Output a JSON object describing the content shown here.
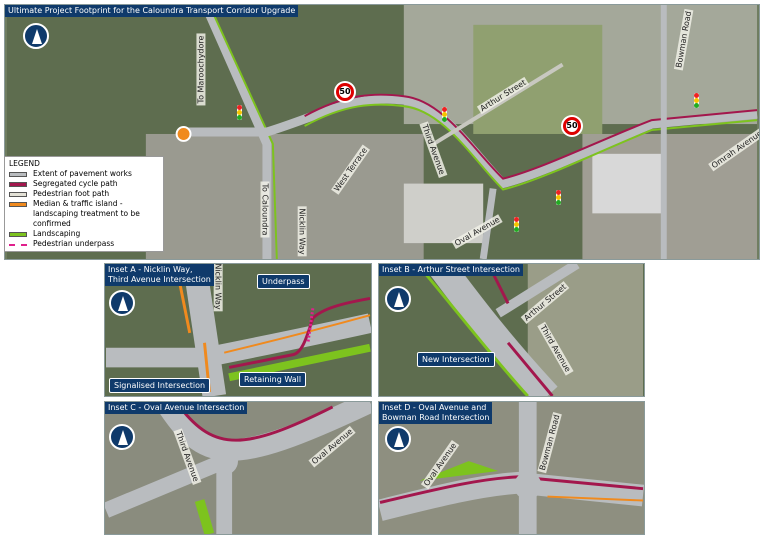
{
  "title": "Ultimate Project Footprint for the Caloundra Transport Corridor Upgrade",
  "colors": {
    "pavement": "#b9bcbf",
    "cycle": "#a3174d",
    "footpath": "#e3e1d6",
    "median": "#f08a1e",
    "landscaping": "#7dc31e",
    "underpass": "#e0208c",
    "accent": "#0f3a6b",
    "aerial": "#6f7d60"
  },
  "legend": {
    "heading": "LEGEND",
    "items": [
      {
        "label": "Extent of pavement works",
        "swatch": "#b9bcbf"
      },
      {
        "label": "Segregated cycle path",
        "swatch": "#a3174d"
      },
      {
        "label": "Pedestrian foot path",
        "swatch": "#e3e1d6"
      },
      {
        "label": "Median & traffic island - landscaping treatment to be confirmed",
        "swatch": "#f08a1e"
      },
      {
        "label": "Landscaping",
        "swatch": "#7dc31e"
      },
      {
        "label": "Pedestrian underpass",
        "swatch": "dashed-pink"
      }
    ]
  },
  "main_labels": {
    "to_maroochydore": "To Maroochydore",
    "to_caloundra": "To Caloundra",
    "nicklin_way": "Nicklin Way",
    "west_terrace": "West Terrace",
    "third_avenue": "Third Avenue",
    "arthur_street": "Arthur Street",
    "oval_avenue": "Oval Avenue",
    "bowman_road": "Bowman Road",
    "omrah_avenue": "Omrah Avenue",
    "speed_limit_1": "50",
    "speed_limit_2": "50"
  },
  "insets": {
    "a": {
      "title_line1": "Inset A - Nicklin Way,",
      "title_line2": "Third Avenue Intersection",
      "road": "Nicklin Way",
      "callouts": {
        "underpass": "Underpass",
        "retaining_wall": "Retaining Wall",
        "signalised": "Signalised Intersection"
      }
    },
    "b": {
      "title": "Inset B - Arthur Street Intersection",
      "roads": {
        "arthur": "Arthur Street",
        "third": "Third Avenue"
      },
      "callouts": {
        "new_intersection": "New Intersection"
      }
    },
    "c": {
      "title": "Inset C - Oval Avenue Intersection",
      "roads": {
        "third": "Third Avenue",
        "oval": "Oval Avenue"
      }
    },
    "d": {
      "title_line1": "Inset D - Oval Avenue and",
      "title_line2": "Bowman Road Intersection",
      "roads": {
        "oval": "Oval Avenue",
        "bowman": "Bowman Road"
      }
    }
  }
}
